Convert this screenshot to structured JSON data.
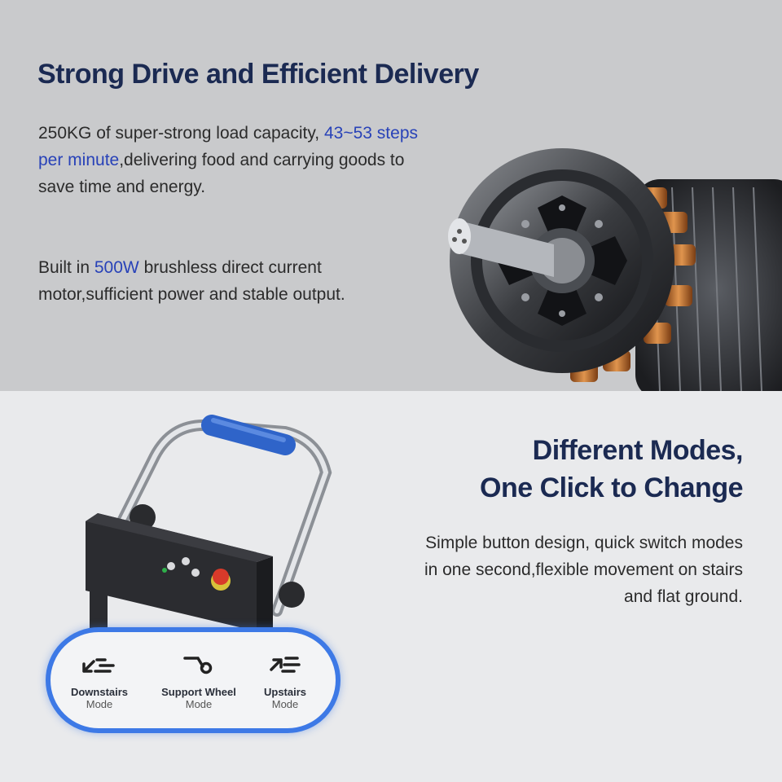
{
  "top": {
    "title": "Strong Drive and Efficient Delivery",
    "para1_a": "250KG of super-strong load capacity, ",
    "para1_hl": "43~53 steps per minute",
    "para1_b": ",delivering food and carrying goods to save time and energy.",
    "para2_a": "Built in ",
    "para2_hl": "500W",
    "para2_b": " brushless direct current motor,sufficient power and stable output."
  },
  "bottom": {
    "title_line1": "Different Modes,",
    "title_line2": "One Click to Change",
    "para": "Simple button design, quick switch modes in one second,flexible movement on stairs and flat ground."
  },
  "modes": [
    {
      "label": "Downstairs",
      "sub": "Mode",
      "icon": "downstairs-icon"
    },
    {
      "label": "Support Wheel",
      "sub": "Mode",
      "icon": "support-wheel-icon"
    },
    {
      "label": "Upstairs",
      "sub": "Mode",
      "icon": "upstairs-icon"
    }
  ],
  "colors": {
    "heading": "#1b2a52",
    "highlight": "#2842b8",
    "accent_ring": "#3d79e6",
    "copper": "#c8773a"
  }
}
